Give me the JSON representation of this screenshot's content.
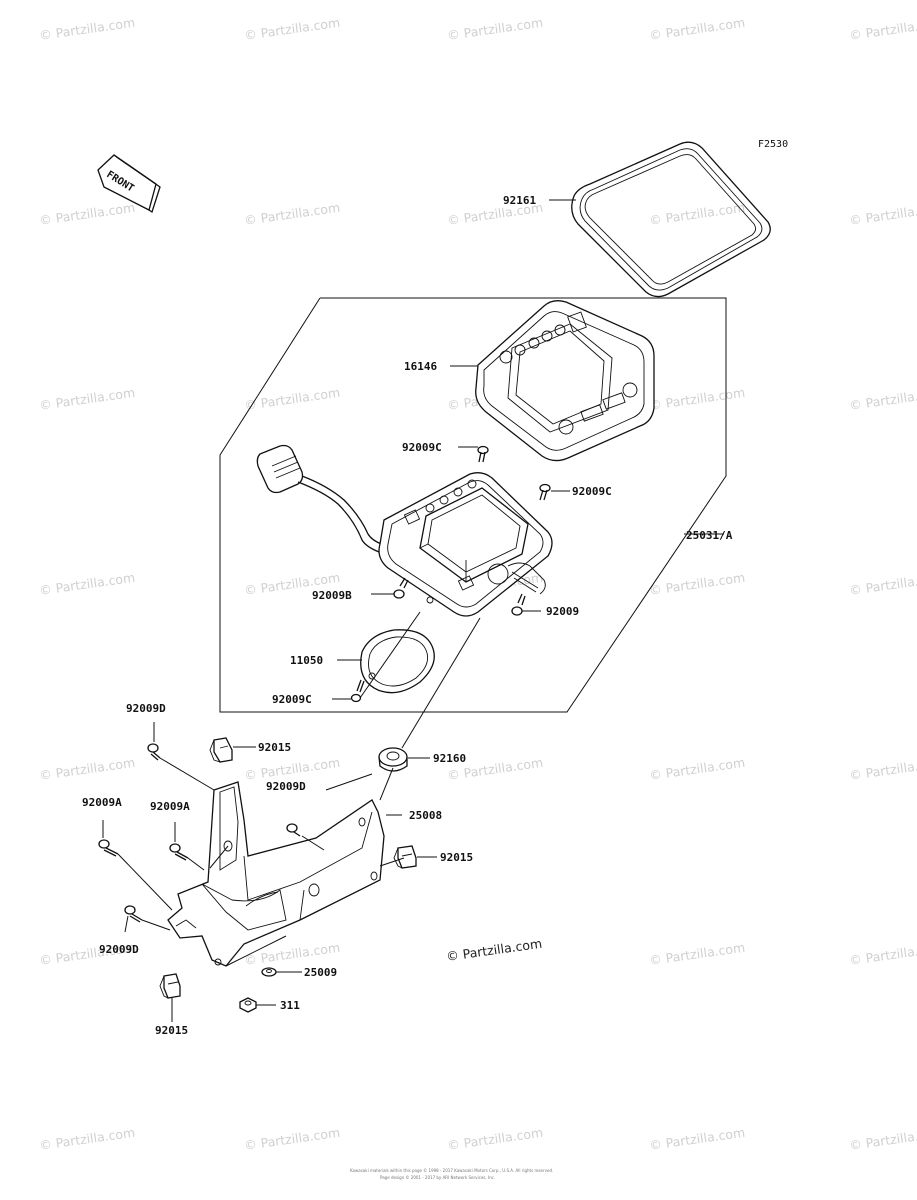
{
  "figure_id": "F2530",
  "front_label": "FRONT",
  "callouts": [
    {
      "id": "c-92161",
      "label": "92161"
    },
    {
      "id": "c-16146",
      "label": "16146"
    },
    {
      "id": "c-92009c-top",
      "label": "92009C"
    },
    {
      "id": "c-92009c-right",
      "label": "92009C"
    },
    {
      "id": "c-25031a",
      "label": "25031/A"
    },
    {
      "id": "c-92009b",
      "label": "92009B"
    },
    {
      "id": "c-92009",
      "label": "92009"
    },
    {
      "id": "c-11050",
      "label": "11050"
    },
    {
      "id": "c-92009c-bottom",
      "label": "92009C"
    },
    {
      "id": "c-92009d-top",
      "label": "92009D"
    },
    {
      "id": "c-92015-top",
      "label": "92015"
    },
    {
      "id": "c-92160",
      "label": "92160"
    },
    {
      "id": "c-92009d-mid",
      "label": "92009D"
    },
    {
      "id": "c-25008",
      "label": "25008"
    },
    {
      "id": "c-92009a-left",
      "label": "92009A"
    },
    {
      "id": "c-92009a-mid",
      "label": "92009A"
    },
    {
      "id": "c-92015-right",
      "label": "92015"
    },
    {
      "id": "c-92009d-bottom",
      "label": "92009D"
    },
    {
      "id": "c-25009",
      "label": "25009"
    },
    {
      "id": "c-311",
      "label": "311"
    },
    {
      "id": "c-92015-bottom",
      "label": "92015"
    }
  ],
  "watermark_text": "© Partzilla.com",
  "credit_text": "© Partzilla.com",
  "footer_line1": "Kawasaki materials within this page © 1998 - 2017 Kawasaki Motors Corp., U.S.A. All rights reserved.",
  "footer_line2": "Page design © 2001 - 2017 by ARI Network Services, Inc."
}
